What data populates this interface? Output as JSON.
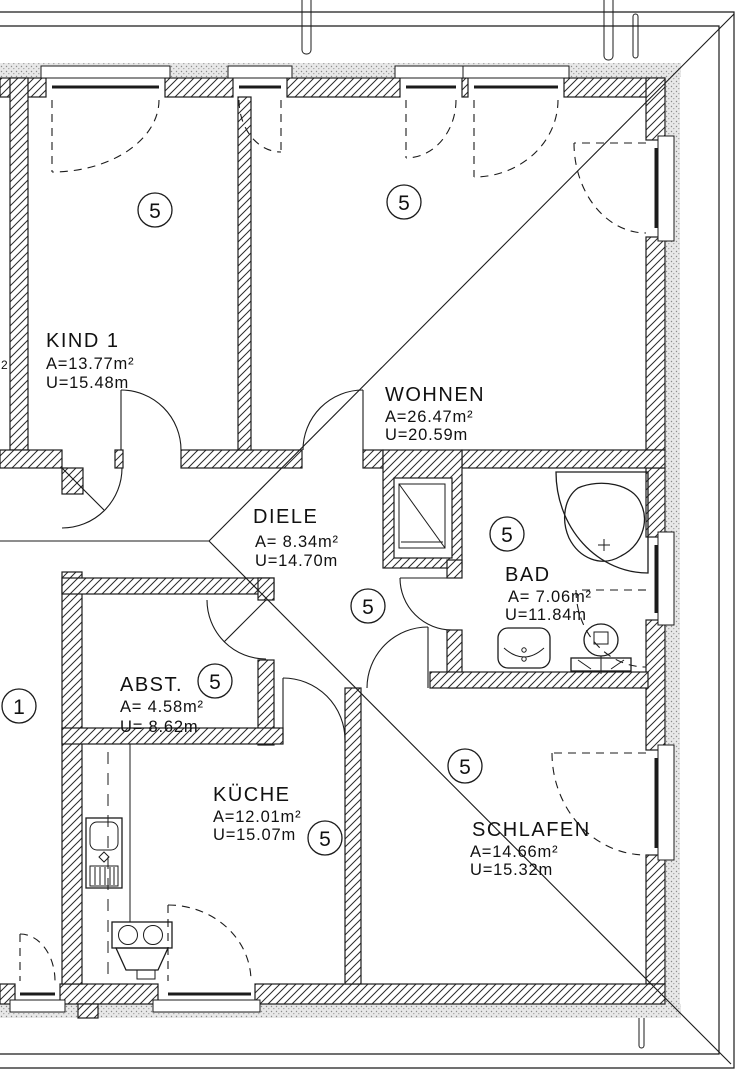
{
  "colors": {
    "line": "#1b1b1b",
    "paper": "#ffffff",
    "plaster_band": "#e8e8e8"
  },
  "rooms": [
    {
      "name": "KIND 1",
      "area": "A=13.77m²",
      "perimeter": "U=15.48m"
    },
    {
      "name": "WOHNEN",
      "area": "A=26.47m²",
      "perimeter": "U=20.59m"
    },
    {
      "name": "DIELE",
      "area": "A= 8.34m²",
      "perimeter": "U=14.70m"
    },
    {
      "name": "ABST.",
      "area": "A= 4.58m²",
      "perimeter": "U= 8.62m"
    },
    {
      "name": "KÜCHE",
      "area": "A=12.01m²",
      "perimeter": "U=15.07m"
    },
    {
      "name": "BAD",
      "area": "A= 7.06m²",
      "perimeter": "U=11.84m"
    },
    {
      "name": "SCHLAFEN",
      "area": "A=14.66m²",
      "perimeter": "U=15.32m"
    }
  ],
  "badges": [
    {
      "value": "5",
      "room": "KIND 1"
    },
    {
      "value": "5",
      "room": "WOHNEN"
    },
    {
      "value": "5",
      "room": "DIELE"
    },
    {
      "value": "5",
      "room": "ABST."
    },
    {
      "value": "5",
      "room": "KÜCHE"
    },
    {
      "value": "5",
      "room": "BAD"
    },
    {
      "value": "5",
      "room": "SCHLAFEN"
    },
    {
      "value": "1",
      "room": "neighbor-unit"
    }
  ],
  "fragments": {
    "left_edge_superscript": "2"
  }
}
